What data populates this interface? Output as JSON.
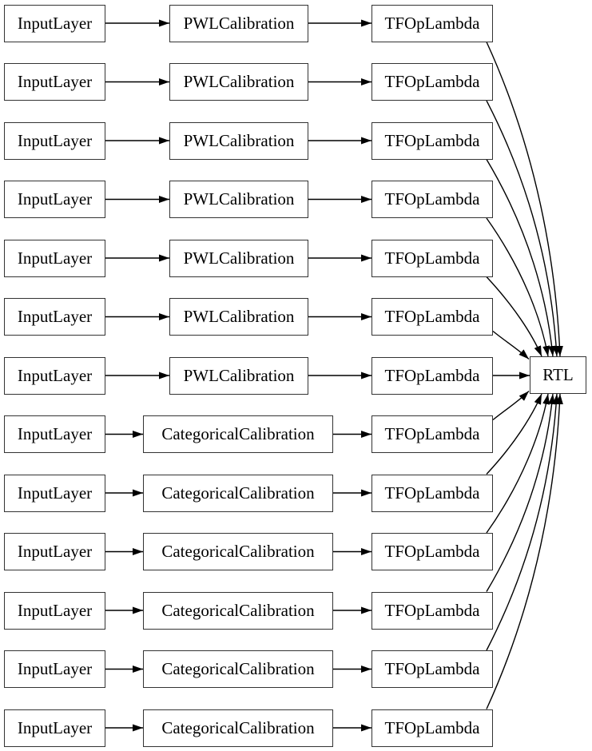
{
  "diagram": {
    "colors": {
      "background": "#ffffff",
      "node_fill": "#ffffff",
      "node_border": "#333333",
      "edge": "#000000",
      "text": "#000000"
    },
    "rows": [
      {
        "input": "InputLayer",
        "calibration": "PWLCalibration",
        "lambda": "TFOpLambda"
      },
      {
        "input": "InputLayer",
        "calibration": "PWLCalibration",
        "lambda": "TFOpLambda"
      },
      {
        "input": "InputLayer",
        "calibration": "PWLCalibration",
        "lambda": "TFOpLambda"
      },
      {
        "input": "InputLayer",
        "calibration": "PWLCalibration",
        "lambda": "TFOpLambda"
      },
      {
        "input": "InputLayer",
        "calibration": "PWLCalibration",
        "lambda": "TFOpLambda"
      },
      {
        "input": "InputLayer",
        "calibration": "PWLCalibration",
        "lambda": "TFOpLambda"
      },
      {
        "input": "InputLayer",
        "calibration": "PWLCalibration",
        "lambda": "TFOpLambda"
      },
      {
        "input": "InputLayer",
        "calibration": "CategoricalCalibration",
        "lambda": "TFOpLambda"
      },
      {
        "input": "InputLayer",
        "calibration": "CategoricalCalibration",
        "lambda": "TFOpLambda"
      },
      {
        "input": "InputLayer",
        "calibration": "CategoricalCalibration",
        "lambda": "TFOpLambda"
      },
      {
        "input": "InputLayer",
        "calibration": "CategoricalCalibration",
        "lambda": "TFOpLambda"
      },
      {
        "input": "InputLayer",
        "calibration": "CategoricalCalibration",
        "lambda": "TFOpLambda"
      },
      {
        "input": "InputLayer",
        "calibration": "CategoricalCalibration",
        "lambda": "TFOpLambda"
      }
    ],
    "sink": {
      "label": "RTL"
    }
  }
}
